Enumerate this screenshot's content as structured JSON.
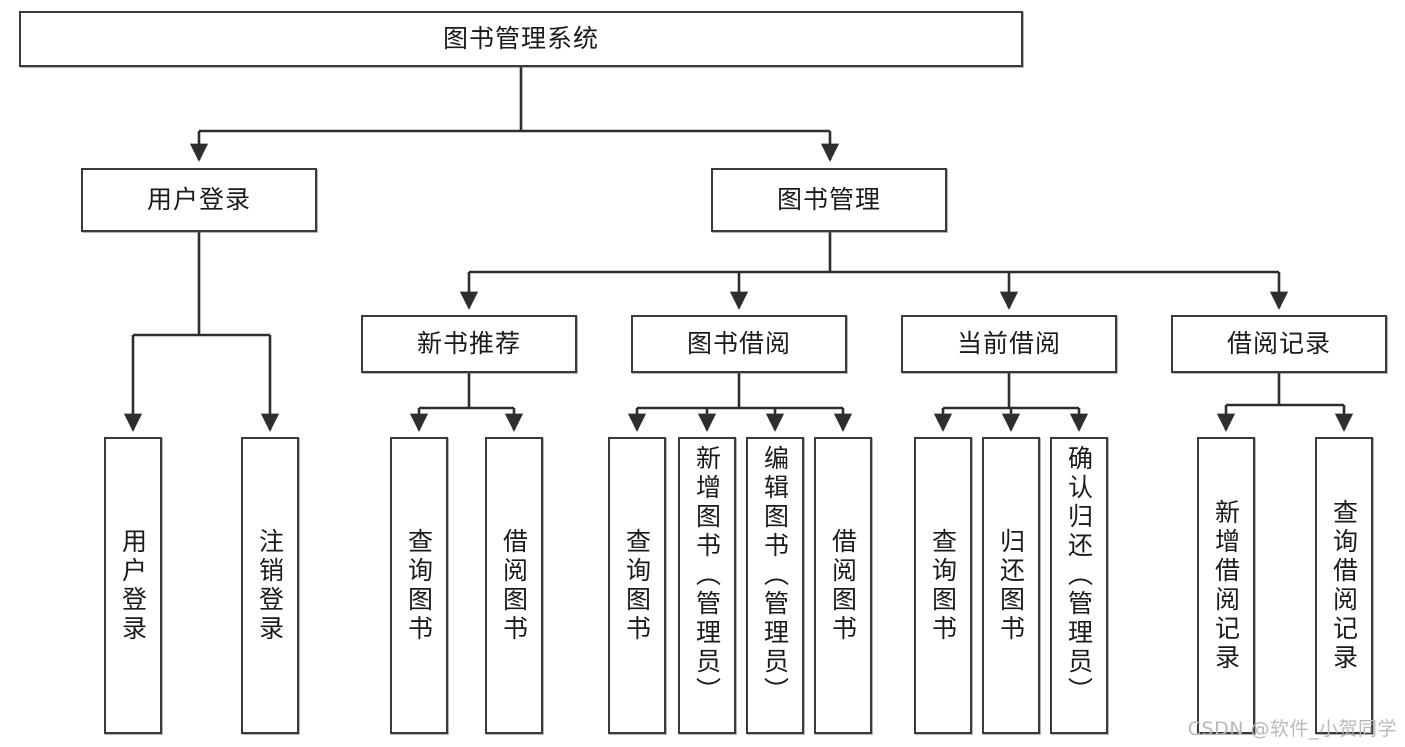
{
  "diagram": {
    "title": "图书管理系统",
    "type": "tree",
    "watermark": "CSDN @软件_小贺同学",
    "colors": {
      "box_border": "#3a3a3a",
      "box_fill": "#ffffff",
      "edge": "#2e2e2e",
      "text": "#1b1b1b",
      "watermark": "#b9b9b9"
    },
    "nodes": {
      "root": {
        "label": "图书管理系统"
      },
      "level2": [
        {
          "id": "user-login",
          "label": "用户登录"
        },
        {
          "id": "book-manage",
          "label": "图书管理"
        }
      ],
      "level3": [
        {
          "id": "new-book-recommend",
          "label": "新书推荐"
        },
        {
          "id": "book-borrow",
          "label": "图书借阅"
        },
        {
          "id": "current-borrow",
          "label": "当前借阅"
        },
        {
          "id": "borrow-record",
          "label": "借阅记录"
        }
      ],
      "leaves": {
        "user_login": [
          {
            "id": "leaf-user-login",
            "label": "用户登录"
          },
          {
            "id": "leaf-logout-login",
            "label": "注销登录"
          }
        ],
        "new_book_recommend": [
          {
            "id": "leaf-query-book-1",
            "label": "查询图书"
          },
          {
            "id": "leaf-borrow-book-1",
            "label": "借阅图书"
          }
        ],
        "book_borrow": [
          {
            "id": "leaf-query-book-2",
            "label": "查询图书"
          },
          {
            "id": "leaf-add-book",
            "label": "新增图书（管理员）"
          },
          {
            "id": "leaf-edit-book",
            "label": "编辑图书（管理员）"
          },
          {
            "id": "leaf-borrow-book-2",
            "label": "借阅图书"
          }
        ],
        "current_borrow": [
          {
            "id": "leaf-query-book-3",
            "label": "查询图书"
          },
          {
            "id": "leaf-return-book",
            "label": "归还图书"
          },
          {
            "id": "leaf-confirm-return",
            "label": "确认归还（管理员）"
          }
        ],
        "borrow_record": [
          {
            "id": "leaf-add-record",
            "label": "新增借阅记录"
          },
          {
            "id": "leaf-query-record",
            "label": "查询借阅记录"
          }
        ]
      }
    }
  }
}
